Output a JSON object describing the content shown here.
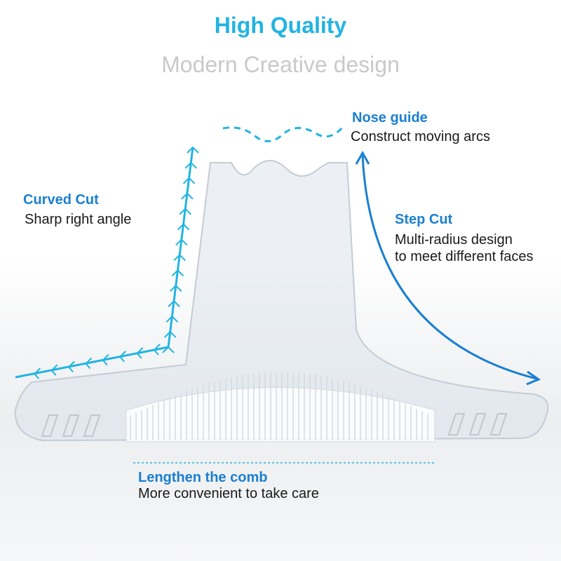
{
  "header": {
    "title": "High Quality",
    "subtitle": "Modern Creative design"
  },
  "callouts": {
    "nose": {
      "label": "Nose guide",
      "desc": "Construct moving arcs"
    },
    "curved": {
      "label": "Curved Cut",
      "desc": "Sharp right angle"
    },
    "step": {
      "label": "Step Cut",
      "desc1": "Multi-radius design",
      "desc2": "to meet different faces"
    },
    "comb": {
      "label": "Lengthen the comb",
      "desc": "More convenient to take care"
    }
  },
  "colors": {
    "title": "#22b4e2",
    "label": "#1a7fd0",
    "arrow": "#22b4e2"
  }
}
